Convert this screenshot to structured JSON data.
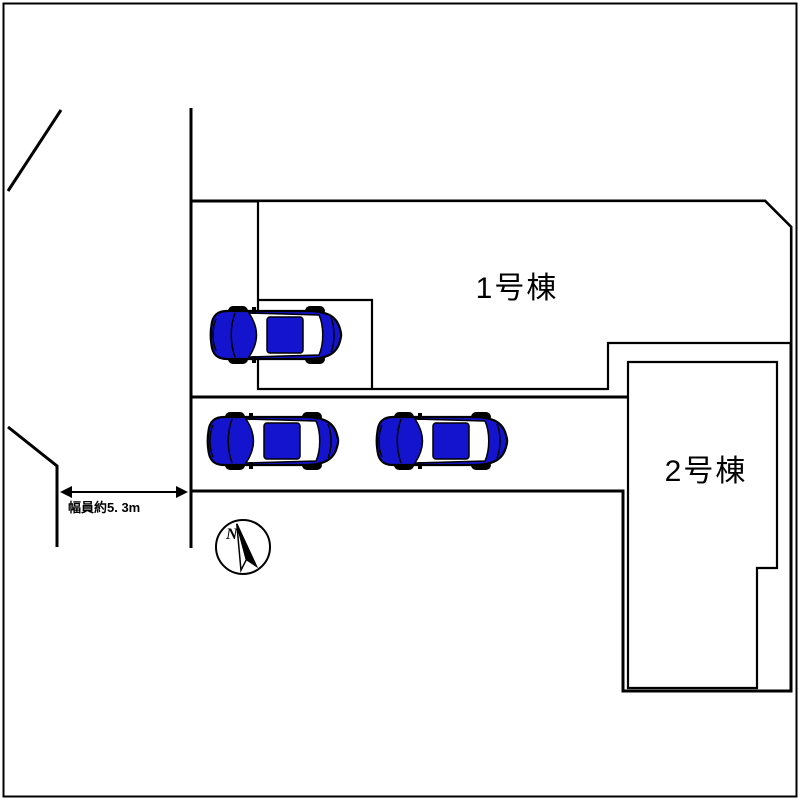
{
  "plan": {
    "building_1_label": "1号棟",
    "building_2_label": "2号棟",
    "road_width_label": "幅員約5. 3m",
    "compass_label": "N",
    "colors": {
      "background": "#ffffff",
      "outline": "#000000",
      "car_body": "#1414cf",
      "car_window": "#ffffff"
    }
  }
}
